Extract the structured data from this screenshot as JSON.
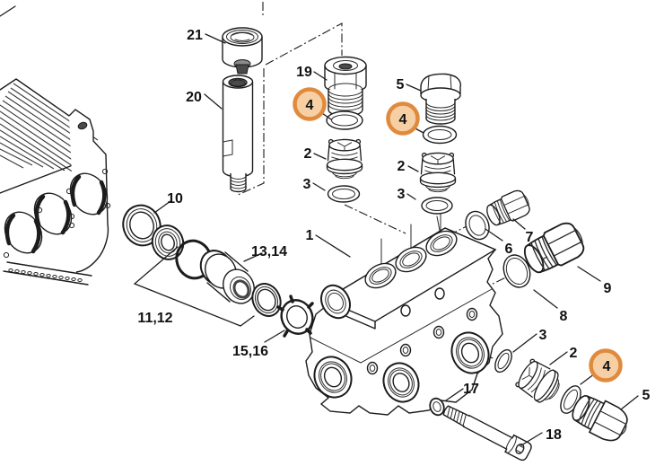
{
  "figure": {
    "kind": "exploded-parts-diagram"
  },
  "colors": {
    "background": "#ffffff",
    "line": "#1c1c1c",
    "label_text": "#111111",
    "highlight_ring": "#df8a3d",
    "highlight_fill": "#f6cfa4",
    "bore_shade": "#4a4a4a",
    "metal_shade": "#8a8a8a"
  },
  "callouts": [
    {
      "id": "label-21",
      "text": "21",
      "highlighted": false
    },
    {
      "id": "label-20",
      "text": "20",
      "highlighted": false
    },
    {
      "id": "label-19",
      "text": "19",
      "highlighted": false
    },
    {
      "id": "label-4-a",
      "text": "4",
      "highlighted": true
    },
    {
      "id": "label-2-a",
      "text": "2",
      "highlighted": false
    },
    {
      "id": "label-3-a",
      "text": "3",
      "highlighted": false
    },
    {
      "id": "label-5-a",
      "text": "5",
      "highlighted": false
    },
    {
      "id": "label-4-b",
      "text": "4",
      "highlighted": true
    },
    {
      "id": "label-2-b",
      "text": "2",
      "highlighted": false
    },
    {
      "id": "label-3-b",
      "text": "3",
      "highlighted": false
    },
    {
      "id": "label-1",
      "text": "1",
      "highlighted": false
    },
    {
      "id": "label-10",
      "text": "10",
      "highlighted": false
    },
    {
      "id": "label-13-14",
      "text": "13,14",
      "highlighted": false
    },
    {
      "id": "label-11-12",
      "text": "11,12",
      "highlighted": false
    },
    {
      "id": "label-15-16",
      "text": "15,16",
      "highlighted": false
    },
    {
      "id": "label-6",
      "text": "6",
      "highlighted": false
    },
    {
      "id": "label-7",
      "text": "7",
      "highlighted": false
    },
    {
      "id": "label-9",
      "text": "9",
      "highlighted": false
    },
    {
      "id": "label-8",
      "text": "8",
      "highlighted": false
    },
    {
      "id": "label-3-c",
      "text": "3",
      "highlighted": false
    },
    {
      "id": "label-2-c",
      "text": "2",
      "highlighted": false
    },
    {
      "id": "label-4-c",
      "text": "4",
      "highlighted": true
    },
    {
      "id": "label-5-c",
      "text": "5",
      "highlighted": false
    },
    {
      "id": "label-17",
      "text": "17",
      "highlighted": false
    },
    {
      "id": "label-18",
      "text": "18",
      "highlighted": false
    }
  ]
}
